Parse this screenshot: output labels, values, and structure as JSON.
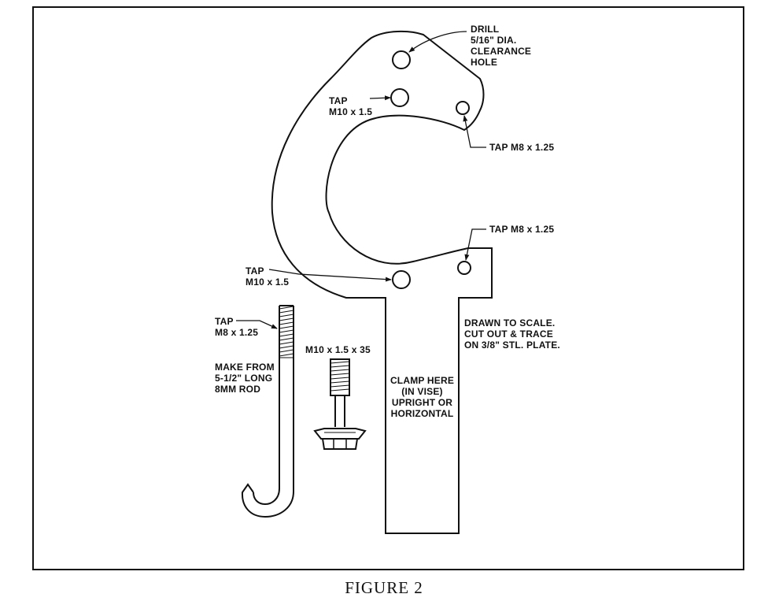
{
  "labels": {
    "drill": "DRILL\n5/16\" DIA.\nCLEARANCE\nHOLE",
    "tap_m10_upper": "TAP\nM10 x 1.5",
    "tap_m8_upper": "TAP M8 x 1.25",
    "tap_m8_lower": "TAP M8 x 1.25",
    "tap_m10_lower": "TAP\nM10 x 1.5",
    "tap_m8_rod": "TAP\nM8 x 1.25",
    "make_from": "MAKE FROM\n5-1/2\" LONG\n8MM ROD",
    "bolt_spec": "M10 x 1.5 x 35",
    "drawn_to_scale": "DRAWN TO SCALE.\nCUT OUT & TRACE\nON 3/8\" STL. PLATE.",
    "clamp_here": "CLAMP HERE\n(IN VISE)\nUPRIGHT OR\nHORIZONTAL"
  },
  "caption": "FIGURE 2"
}
